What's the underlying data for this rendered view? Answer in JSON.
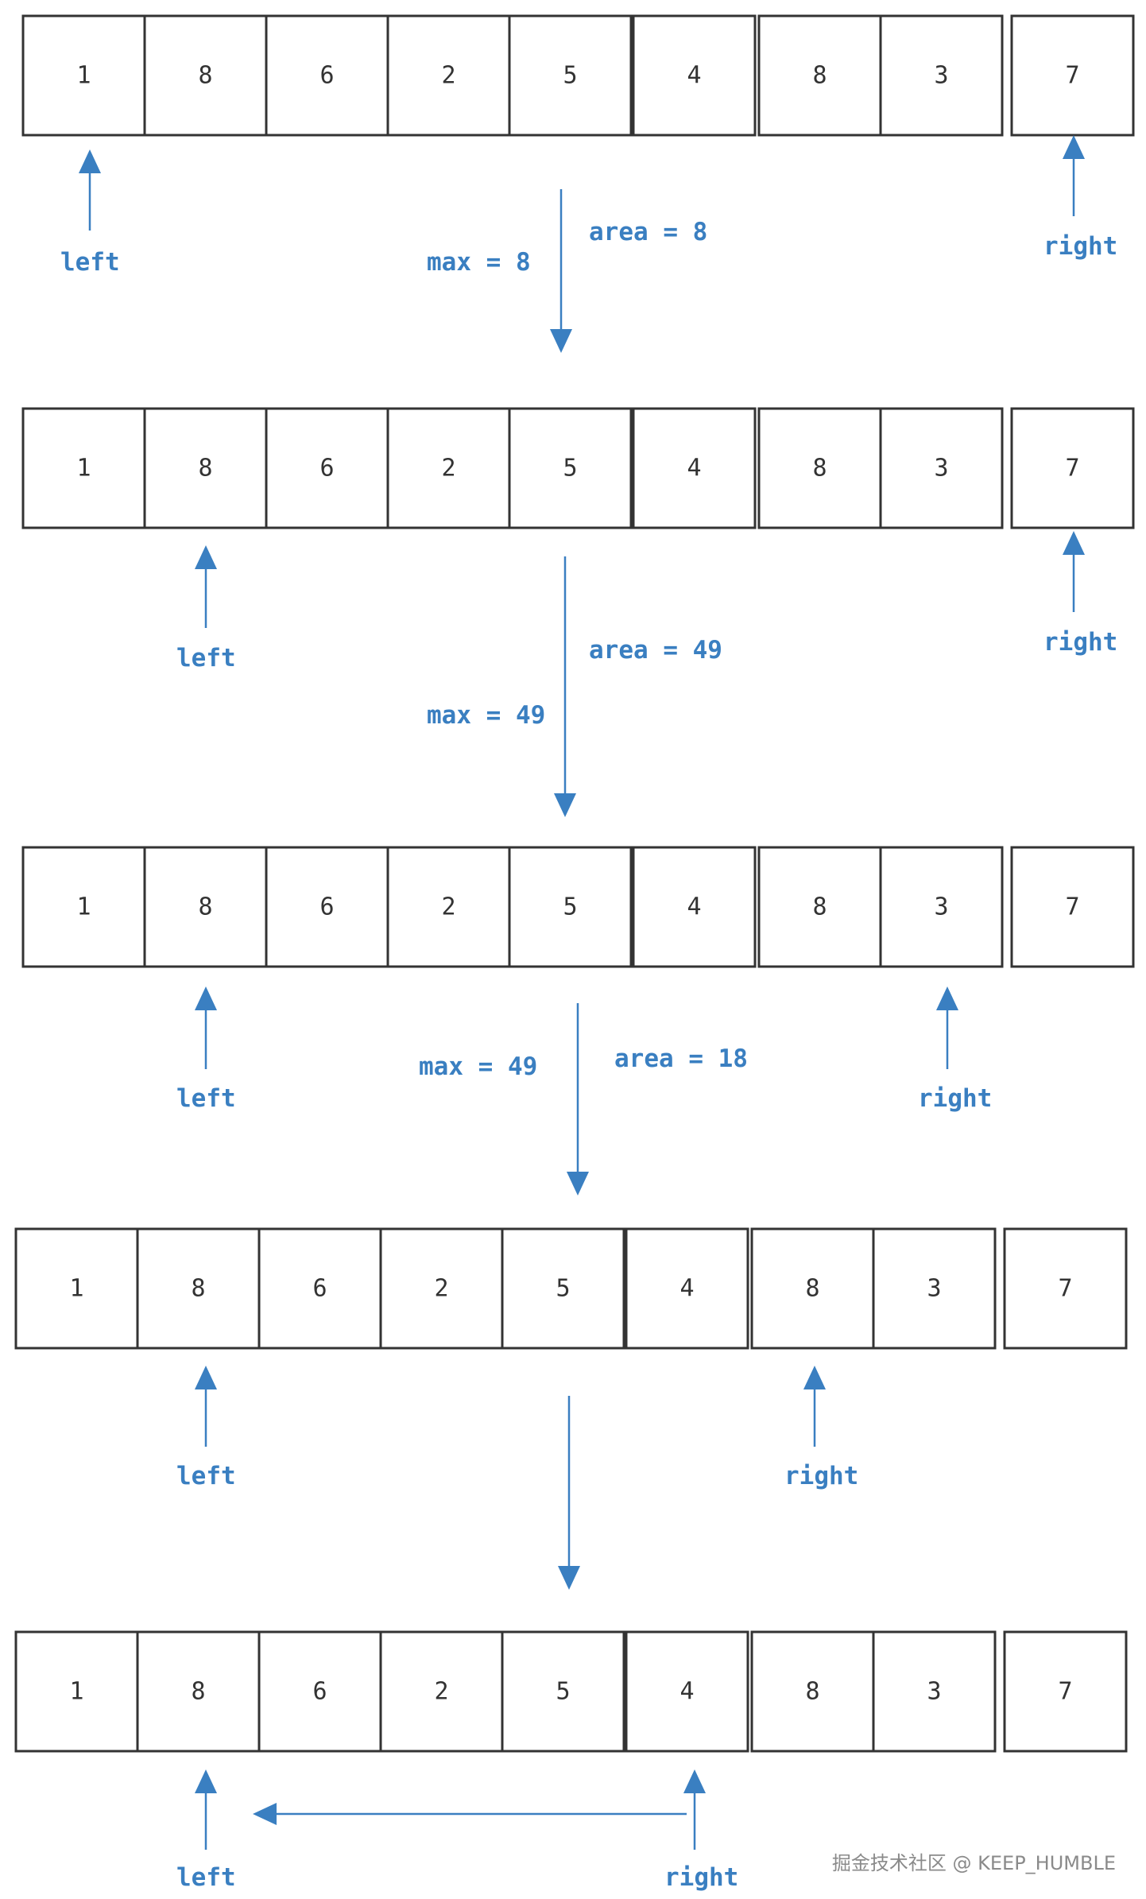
{
  "values": [
    "1",
    "8",
    "6",
    "2",
    "5",
    "4",
    "8",
    "3",
    "7"
  ],
  "labels": {
    "left": "left",
    "right": "right"
  },
  "step1": {
    "max": "max = 8",
    "area": "area = 8"
  },
  "step2": {
    "max": "max = 49",
    "area": "area = 49"
  },
  "step3": {
    "max": "max = 49",
    "area": "area = 18"
  },
  "watermark": "掘金技术社区 @ KEEP_HUMBLE",
  "colors": {
    "accent": "#3a7fc1",
    "cell_border": "#333333",
    "text": "#333333"
  }
}
